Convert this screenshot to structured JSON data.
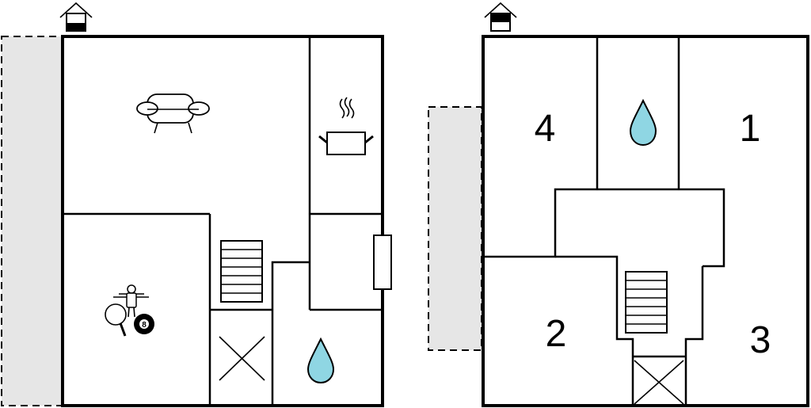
{
  "floors": [
    {
      "rooms": [
        {
          "icon": "sofa-icon",
          "label": ""
        },
        {
          "icon": "kitchen-pot-icon",
          "label": ""
        },
        {
          "icon": "games-icon",
          "label": ""
        },
        {
          "icon": "bathroom-water-icon",
          "label": ""
        }
      ]
    },
    {
      "rooms": [
        {
          "icon": "bedroom",
          "label": "4"
        },
        {
          "icon": "bathroom-water-icon",
          "label": ""
        },
        {
          "icon": "bedroom",
          "label": "1"
        },
        {
          "icon": "bedroom",
          "label": "2"
        },
        {
          "icon": "bedroom",
          "label": "3"
        }
      ]
    }
  ],
  "billiard_ball_number": "8",
  "colors": {
    "wall": "#000000",
    "terrace": "#e6e6e6",
    "water": "#8fd6e3",
    "background": "#ffffff"
  }
}
